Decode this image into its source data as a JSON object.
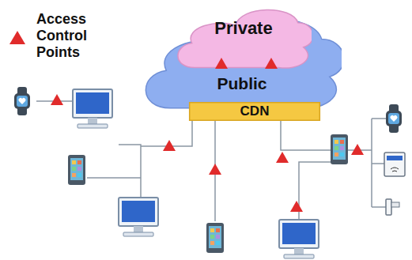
{
  "diagram": {
    "nodes": [
      {
        "text": [
          "Public"
        ]
      },
      {
        "text": [
          "Private"
        ],
        "in": 0
      },
      {
        "text": [
          "CDN"
        ]
      }
    ],
    "legend": [
      {
        "text": "Access Control Points"
      }
    ]
  }
}
